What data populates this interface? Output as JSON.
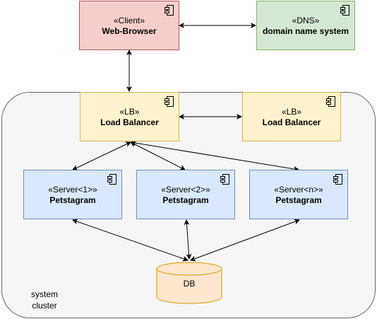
{
  "cluster": {
    "label": "system cluster"
  },
  "nodes": {
    "client": {
      "stereotype": "«Client»",
      "name": "Web-Browser"
    },
    "dns": {
      "stereotype": "«DNS»",
      "name": "domain name system"
    },
    "lb1": {
      "stereotype": "«LB»",
      "name": "Load Balancer"
    },
    "lb2": {
      "stereotype": "«LB»",
      "name": "Load Balancer"
    },
    "server1": {
      "stereotype": "«Server<1>»",
      "name": "Petstagram"
    },
    "server2": {
      "stereotype": "«Server<2>»",
      "name": "Petstagram"
    },
    "servern": {
      "stereotype": "«Server<n>»",
      "name": "Petstagram"
    },
    "db": {
      "label": "DB"
    }
  },
  "colors": {
    "client_fill": "#f8cecc",
    "dns_fill": "#d5e8d4",
    "lb_fill": "#fff2cc",
    "server_fill": "#dae8fc",
    "db_fill": "#ffe6cc",
    "cluster_fill": "#f5f5f5"
  },
  "icons": {
    "component": "uml-component-icon",
    "database": "cylinder-icon"
  },
  "edges": [
    {
      "from": "client",
      "to": "dns",
      "arrows": "both"
    },
    {
      "from": "client",
      "to": "lb1",
      "arrows": "both"
    },
    {
      "from": "lb1",
      "to": "lb2",
      "arrows": "both"
    },
    {
      "from": "lb1",
      "to": "server1",
      "arrows": "both"
    },
    {
      "from": "lb1",
      "to": "server2",
      "arrows": "both"
    },
    {
      "from": "lb1",
      "to": "servern",
      "arrows": "both"
    },
    {
      "from": "server1",
      "to": "db",
      "arrows": "both"
    },
    {
      "from": "server2",
      "to": "db",
      "arrows": "both"
    },
    {
      "from": "servern",
      "to": "db",
      "arrows": "both"
    }
  ]
}
